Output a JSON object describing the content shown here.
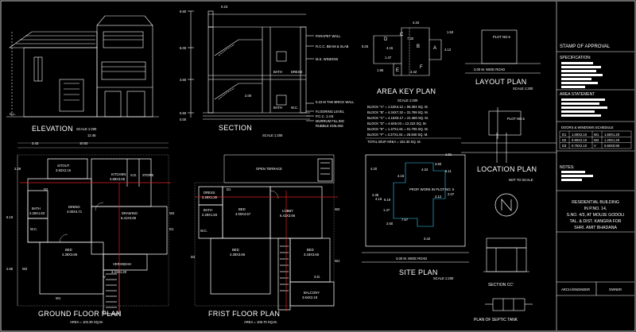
{
  "titles": {
    "elevation": "ELEVATION",
    "elevation_scale": "SCALE 1:200",
    "section": "SECTION",
    "section_scale": "SCALE 1:200",
    "area_key": "AREA KEY PLAN",
    "area_key_scale": "SCALE 1:200",
    "layout": "LAYOUT PLAN",
    "layout_scale": "SCALE 1:200",
    "location": "LOCATION PLAN",
    "location_scale": "NOT TO SCALE",
    "ground": "GROUND FLOOR PLAN",
    "ground_area": "AREA = 102.30 SQ.M.",
    "first": "FRIST FLOOR PLAN",
    "first_area": "AREA = 106.70 SQ.M.",
    "site": "SITE PLAN",
    "site_scale": "SCALE 1:200",
    "section_cc": "SECTION  CC'",
    "septic": "PLAN OF SEPTIC TANK"
  },
  "elevation": {
    "gl": "G.L.",
    "dim_total": "12.45",
    "dim_a": "2.43",
    "dim_b": "10.02"
  },
  "section_labels": {
    "top": "9.60",
    "mid1": "6.00",
    "mid2": "3.60",
    "mid3": "0.60",
    "low": "0.00",
    "dim_023": "0.23",
    "parapet": "PARAPET WALL",
    "rcc": "R.C.C. BEAM & SLAB",
    "ms_window": "M.S. WINDOW",
    "brick": "0.23 M THK BRICK WALL",
    "flooring": "FLOORING LEVEL",
    "pcc": "P.C.C. 1:4:8",
    "murrum": "MURRUM FILLING",
    "rubble": "RUBBLE SOILING",
    "bath": "BATH",
    "dress": "DRESS",
    "wc": "W.C.",
    "h200": "2.00"
  },
  "area_key": {
    "dims": [
      "4.34",
      "1.53",
      "5.03",
      "7.32",
      "4.12",
      "1.47",
      "4.15",
      "3.42",
      "1.95"
    ],
    "blocks": [
      "A",
      "B",
      "C",
      "D",
      "E",
      "F"
    ],
    "lines": [
      "BLOCK \"A\" = 1.53X4.12 = 06.304 SQ. M.",
      "BLOCK \"B\" = 4.34X7.32 = 31.769 SQ. M.",
      "BLOCK \"C\" = 4.15X5.17 = 21.460 SQ. M.",
      "BLOCK \"D\" = 4.6X5.03  = 12.222 SQ. M.",
      "BLOCK \"E\" = 1.47X1.61 = 01.705 SQ. M.",
      "BLOCK \"F\" = 3.37X1.91 = 28.840 SQ. M."
    ],
    "total": "TOTAL B/UP AREA        =   102.30 SQ. M."
  },
  "layout": {
    "plot": "PLOT NO.5",
    "road": "3.00 M. WIDE ROAD"
  },
  "location": {
    "plot": "PLOT NO.5"
  },
  "ground": {
    "sitout": "SITOUT",
    "sitout_d": "3.92X2.15",
    "kitchen": "KITCHEN",
    "kitchen_d": "3.88X3.05",
    "sd": "S.D.",
    "store": "STORE",
    "dining": "DINING",
    "dining_d": "4.00X4.71",
    "drawing": "DRAWING",
    "drawing_d": "5.41X3.66",
    "bath": "BATH",
    "bath_d": "2.28X1.83",
    "wc": "W.C.",
    "verandah": "VERANDAH",
    "verandah_d": "3.41X1.20",
    "bed": "BED",
    "bed_d": "4.38X3.66",
    "w1": "W1",
    "w2": "W2",
    "d1": "D1",
    "d2": "D2",
    "v": "V",
    "dim_229": "2.29",
    "dim_619": "6.19",
    "dim_265": "2.65",
    "a_mark": "A"
  },
  "first": {
    "open": "OPEN TERRACE",
    "dress": "DRESS",
    "dress_d": "2.28X1.30",
    "bath": "BATH",
    "bath_d": "2.28X1.83",
    "bed1": "BED",
    "bed1_d": "4.00X4.57",
    "lobby": "LOBBY",
    "lobby_d": "5.41X3.66",
    "bed2": "BED",
    "bed2_d": "4.38X3.66",
    "bed3": "BED",
    "bed3_d": "3.18X3.66",
    "sd": "S.D.",
    "balcony": "BALCONY",
    "balcony_d": "3.64X2.18",
    "wc": "W.C.",
    "w1": "W1",
    "w2": "W2",
    "d1": "D1",
    "d2": "D2"
  },
  "site": {
    "dims": [
      "1.91",
      "4.20",
      "3.60",
      "5.11",
      "4.15",
      "4.34",
      "4.12",
      "4.36",
      "4.16",
      "6.19",
      "2.07",
      "1.47",
      "7.57",
      "2.60",
      "3.42"
    ],
    "prop": "PROP. WORK IN PLOT NO. 5",
    "road": "3.00 M. WIDE ROAD"
  },
  "panel": {
    "stamp": "STAMP OF APPROVAL",
    "spec": "SPECIFICATION:",
    "area_statement": "AREA STATEMENT",
    "schedule": "DOORS & WINDOWS SCHEDULE",
    "schedule_rows": [
      [
        "D1",
        "1.00X2.10",
        "W1",
        "1.50X1.20"
      ],
      [
        "D2",
        "0.90X2.10",
        "W2",
        "1.20X1.20"
      ],
      [
        "D3",
        "0.75X2.10",
        "V",
        "0.60X0.90"
      ]
    ],
    "notes": "NOTES:",
    "title_lines": [
      "RESIDENTIAL BUILDING",
      "IN P.NO. 14,",
      "S.NO. 4/3, AT MOUJE  GODOLI",
      "TAL. & DIST. KANGRA FOR",
      "SHRI. AMIT BHADANA"
    ],
    "arch": "ARCH./ENGINEER",
    "owner": "OWNER"
  },
  "colors": {
    "line": "#ffffff",
    "accent": "#e02020",
    "cyan": "#39d0ff",
    "yellow": "#e8e020"
  }
}
